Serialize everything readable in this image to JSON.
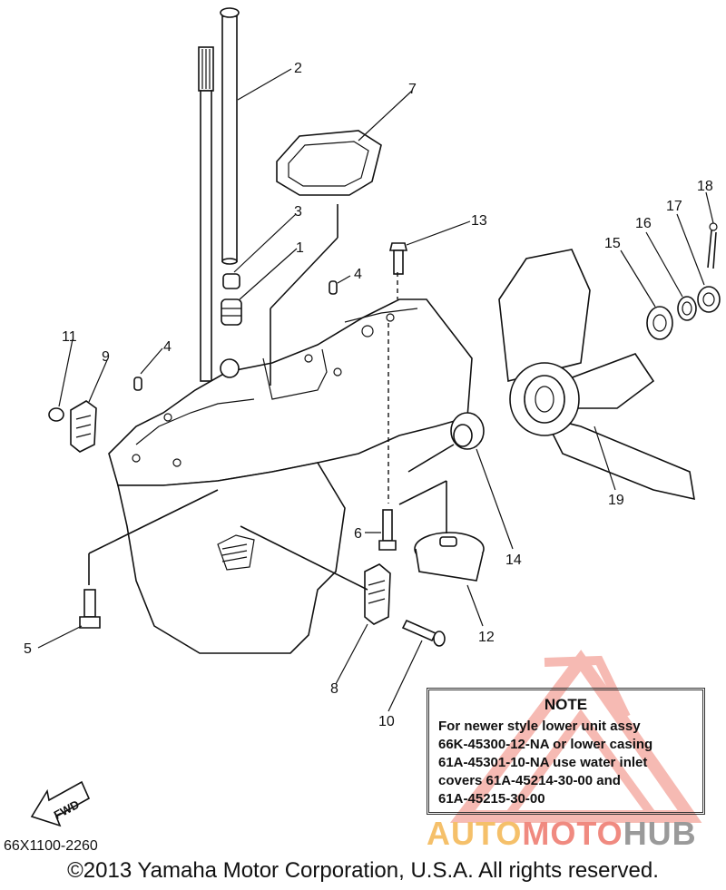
{
  "callouts": {
    "c1": "1",
    "c2": "2",
    "c3": "3",
    "c4a": "4",
    "c4b": "4",
    "c5": "5",
    "c6": "6",
    "c7": "7",
    "c8": "8",
    "c9": "9",
    "c10": "10",
    "c11": "11",
    "c12": "12",
    "c13": "13",
    "c14": "14",
    "c15": "15",
    "c16": "16",
    "c17": "17",
    "c18": "18",
    "c19": "19"
  },
  "note": {
    "title": "NOTE",
    "lines": [
      "For newer style lower unit assy",
      "66K-45300-12-NA or lower casing",
      "61A-45301-10-NA use water inlet",
      "covers 61A-45214-30-00 and",
      "61A-45215-30-00"
    ]
  },
  "fwd_label": "FWD",
  "part_code": "66X1100-2260",
  "copyright": "©2013 Yamaha Motor Corporation, U.S.A. All rights reserved.",
  "watermark": {
    "part1": "AUTO",
    "part2": "MOTO",
    "part3": "HUB",
    "colors": [
      "#f5c06a",
      "#f08a80",
      "#9a9a9a"
    ]
  }
}
